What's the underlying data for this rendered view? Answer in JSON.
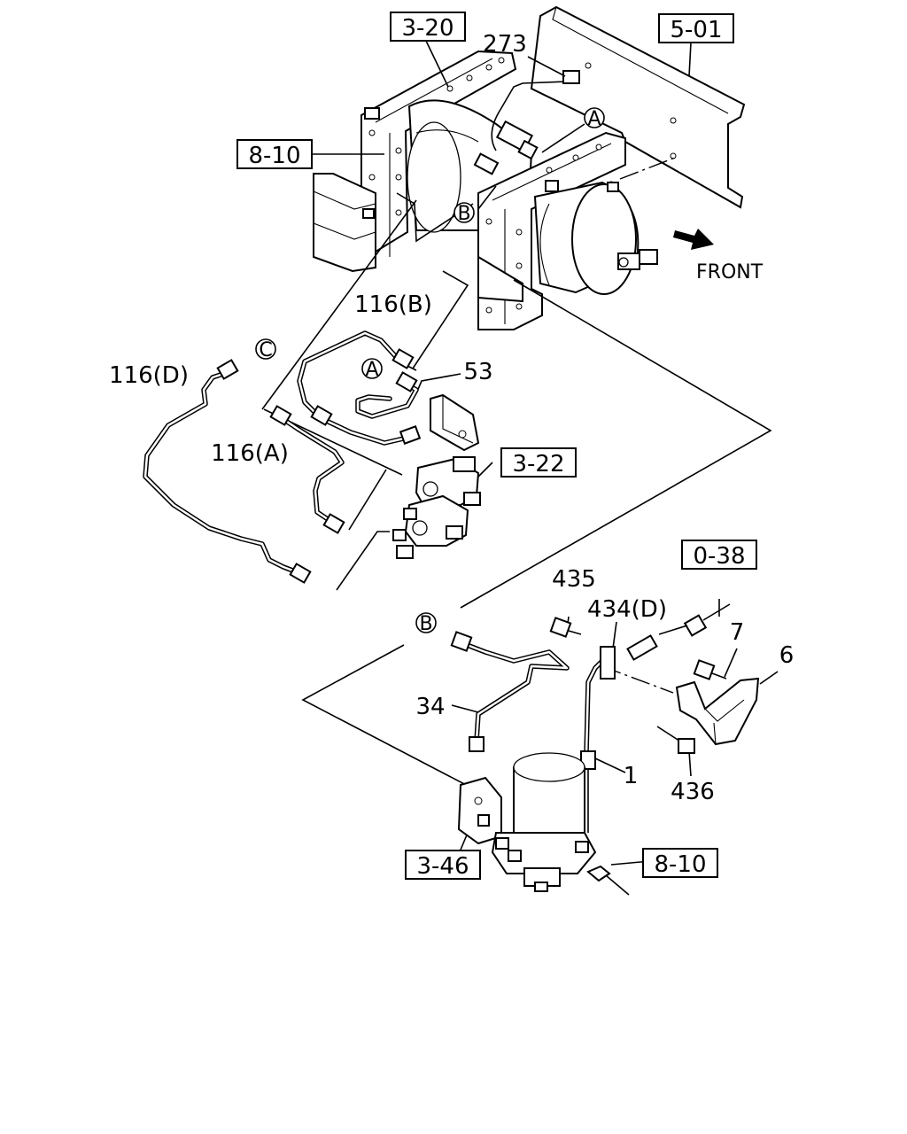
{
  "refs": {
    "r_3_20": "3-20",
    "r_5_01": "5-01",
    "r_8_10_top": "8-10",
    "r_3_22": "3-22",
    "r_0_38": "0-38",
    "r_3_46": "3-46",
    "r_8_10_bottom": "8-10"
  },
  "parts": {
    "p273": "273",
    "p116b": "116(B)",
    "p116d": "116(D)",
    "p116a": "116(A)",
    "p53": "53",
    "p435": "435",
    "p434d": "434(D)",
    "p7": "7",
    "p6": "6",
    "p34": "34",
    "p1": "1",
    "p436": "436"
  },
  "markers": {
    "a_top": "A",
    "b_top": "B",
    "c_left": "C",
    "a_mid": "A",
    "b_bottom": "B"
  },
  "direction": {
    "front": "FRONT"
  },
  "colors": {
    "ink": "#000000",
    "paper": "#ffffff"
  }
}
